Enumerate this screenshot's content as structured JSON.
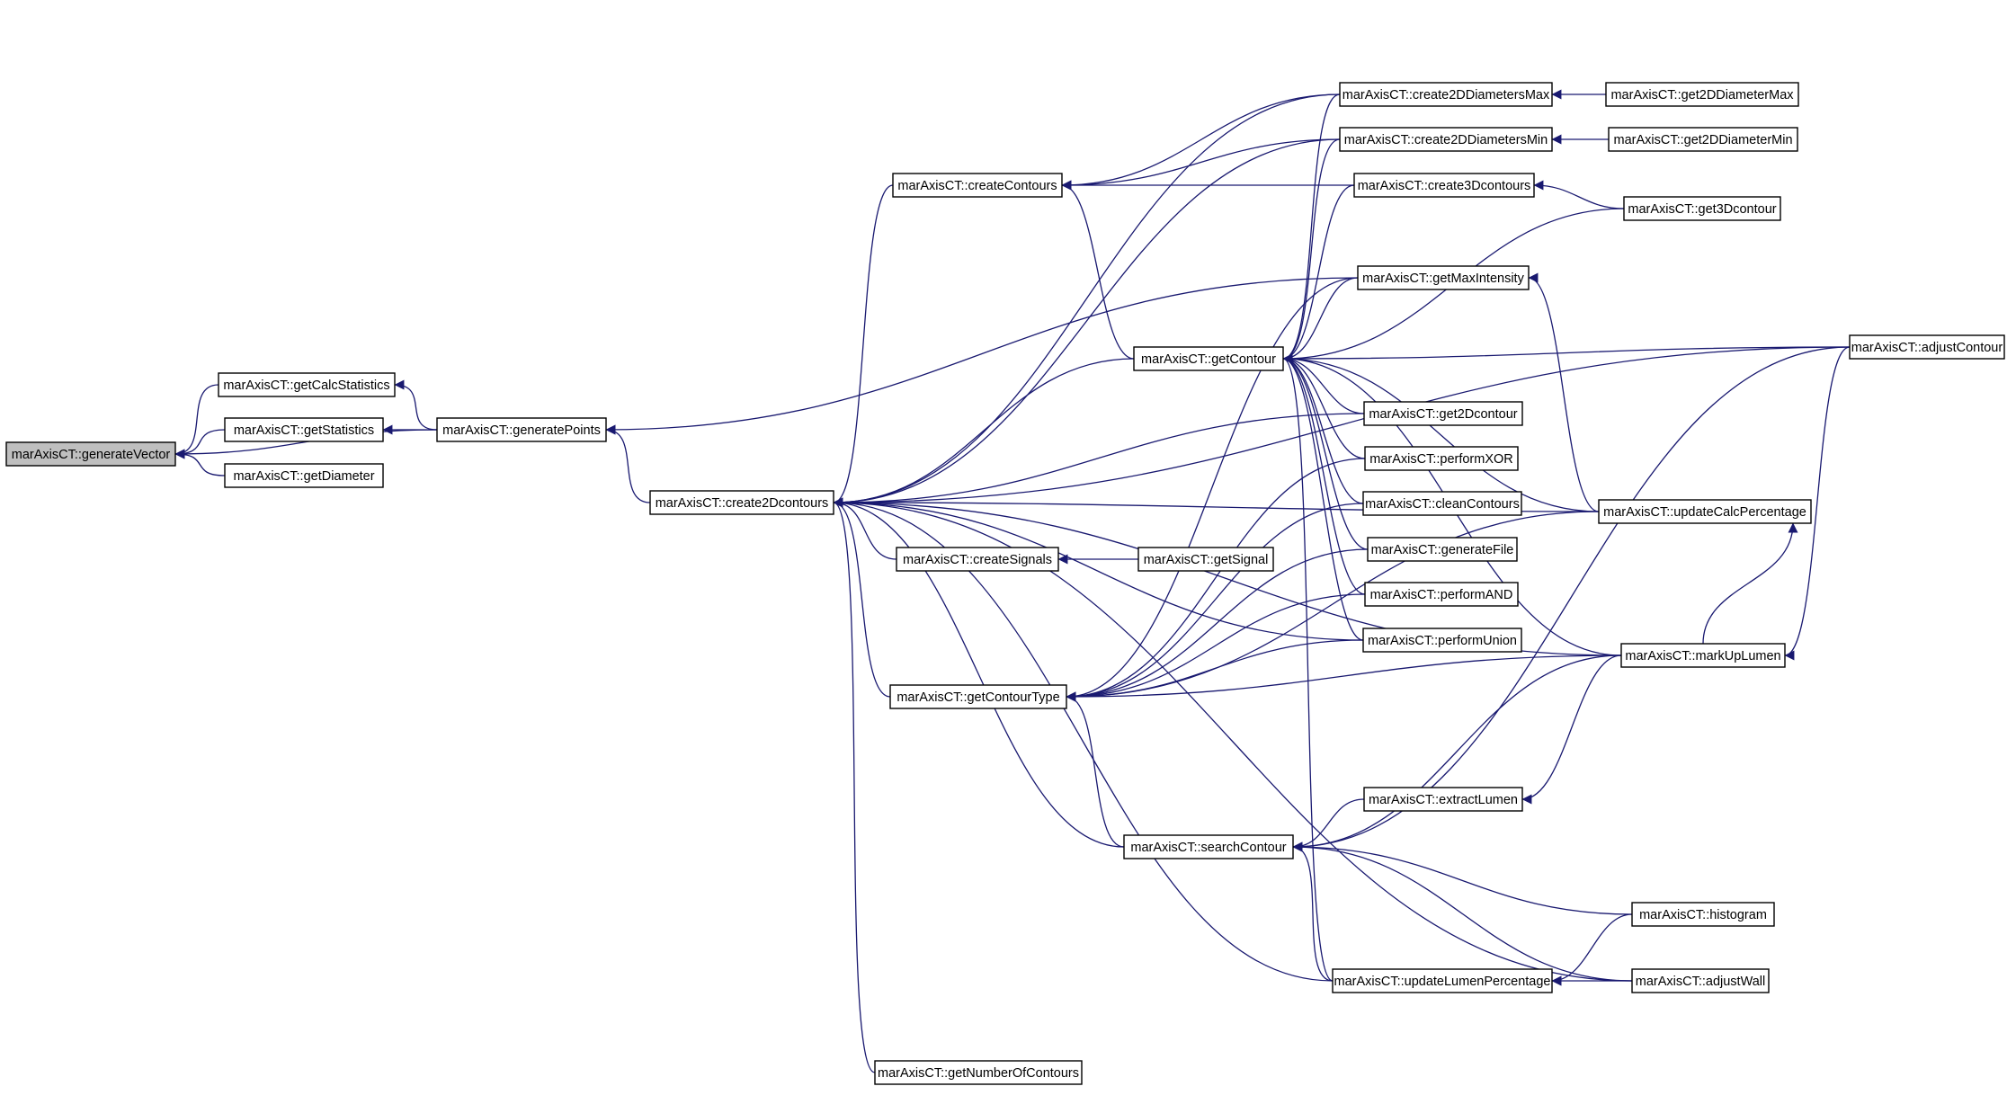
{
  "graph": {
    "edge_color": "#191970",
    "root_fill": "#bfbfbf",
    "nodes": [
      {
        "id": "generateVector",
        "label": "marAxisCT::generateVector",
        "root": true
      },
      {
        "id": "getCalcStatistics",
        "label": "marAxisCT::getCalcStatistics"
      },
      {
        "id": "getStatistics",
        "label": "marAxisCT::getStatistics"
      },
      {
        "id": "getDiameter",
        "label": "marAxisCT::getDiameter"
      },
      {
        "id": "generatePoints",
        "label": "marAxisCT::generatePoints"
      },
      {
        "id": "create2Dcontours",
        "label": "marAxisCT::create2Dcontours"
      },
      {
        "id": "createContours",
        "label": "marAxisCT::createContours"
      },
      {
        "id": "createSignals",
        "label": "marAxisCT::createSignals"
      },
      {
        "id": "getSignal",
        "label": "marAxisCT::getSignal"
      },
      {
        "id": "getContourType",
        "label": "marAxisCT::getContourType"
      },
      {
        "id": "getNumberOfContours",
        "label": "marAxisCT::getNumberOfContours"
      },
      {
        "id": "getContour",
        "label": "marAxisCT::getContour"
      },
      {
        "id": "searchContour",
        "label": "marAxisCT::searchContour"
      },
      {
        "id": "create2DDiametersMax",
        "label": "marAxisCT::create2DDiametersMax"
      },
      {
        "id": "create2DDiametersMin",
        "label": "marAxisCT::create2DDiametersMin"
      },
      {
        "id": "create3Dcontours",
        "label": "marAxisCT::create3Dcontours"
      },
      {
        "id": "getMaxIntensity",
        "label": "marAxisCT::getMaxIntensity"
      },
      {
        "id": "get2Dcontour",
        "label": "marAxisCT::get2Dcontour"
      },
      {
        "id": "performXOR",
        "label": "marAxisCT::performXOR"
      },
      {
        "id": "cleanContours",
        "label": "marAxisCT::cleanContours"
      },
      {
        "id": "generateFile",
        "label": "marAxisCT::generateFile"
      },
      {
        "id": "performAND",
        "label": "marAxisCT::performAND"
      },
      {
        "id": "performUnion",
        "label": "marAxisCT::performUnion"
      },
      {
        "id": "extractLumen",
        "label": "marAxisCT::extractLumen"
      },
      {
        "id": "updateLumenPercentage",
        "label": "marAxisCT::updateLumenPercentage"
      },
      {
        "id": "get2DDiameterMax",
        "label": "marAxisCT::get2DDiameterMax"
      },
      {
        "id": "get2DDiameterMin",
        "label": "marAxisCT::get2DDiameterMin"
      },
      {
        "id": "get3Dcontour",
        "label": "marAxisCT::get3Dcontour"
      },
      {
        "id": "updateCalcPercentage",
        "label": "marAxisCT::updateCalcPercentage"
      },
      {
        "id": "markUpLumen",
        "label": "marAxisCT::markUpLumen"
      },
      {
        "id": "histogram",
        "label": "marAxisCT::histogram"
      },
      {
        "id": "adjustWall",
        "label": "marAxisCT::adjustWall"
      },
      {
        "id": "adjustContour",
        "label": "marAxisCT::adjustContour"
      }
    ],
    "edges": [
      {
        "from": "getCalcStatistics",
        "to": "generateVector"
      },
      {
        "from": "getStatistics",
        "to": "generateVector"
      },
      {
        "from": "getDiameter",
        "to": "generateVector"
      },
      {
        "from": "generatePoints",
        "to": "generateVector"
      },
      {
        "from": "generatePoints",
        "to": "getCalcStatistics"
      },
      {
        "from": "generatePoints",
        "to": "getStatistics"
      },
      {
        "from": "create2Dcontours",
        "to": "generatePoints"
      },
      {
        "from": "getMaxIntensity",
        "to": "generatePoints"
      },
      {
        "from": "createContours",
        "to": "create2Dcontours"
      },
      {
        "from": "createSignals",
        "to": "create2Dcontours"
      },
      {
        "from": "getContourType",
        "to": "create2Dcontours"
      },
      {
        "from": "getNumberOfContours",
        "to": "create2Dcontours"
      },
      {
        "from": "getContour",
        "to": "create2Dcontours"
      },
      {
        "from": "searchContour",
        "to": "create2Dcontours"
      },
      {
        "from": "create2DDiametersMax",
        "to": "create2Dcontours"
      },
      {
        "from": "create2DDiametersMin",
        "to": "create2Dcontours"
      },
      {
        "from": "get2Dcontour",
        "to": "create2Dcontours"
      },
      {
        "from": "performUnion",
        "to": "create2Dcontours"
      },
      {
        "from": "updateCalcPercentage",
        "to": "create2Dcontours"
      },
      {
        "from": "markUpLumen",
        "to": "create2Dcontours"
      },
      {
        "from": "updateLumenPercentage",
        "to": "create2Dcontours"
      },
      {
        "from": "adjustContour",
        "to": "create2Dcontours"
      },
      {
        "from": "getSignal",
        "to": "createSignals"
      },
      {
        "from": "getContour",
        "to": "createContours"
      },
      {
        "from": "create2DDiametersMax",
        "to": "createContours"
      },
      {
        "from": "create2DDiametersMin",
        "to": "createContours"
      },
      {
        "from": "create3Dcontours",
        "to": "createContours"
      },
      {
        "from": "get2DDiameterMax",
        "to": "create2DDiametersMax"
      },
      {
        "from": "get2DDiameterMin",
        "to": "create2DDiametersMin"
      },
      {
        "from": "get3Dcontour",
        "to": "create3Dcontours"
      },
      {
        "from": "get3Dcontour",
        "to": "getContour"
      },
      {
        "from": "getMaxIntensity",
        "to": "getContour"
      },
      {
        "from": "get2Dcontour",
        "to": "getContour"
      },
      {
        "from": "performXOR",
        "to": "getContour"
      },
      {
        "from": "cleanContours",
        "to": "getContour"
      },
      {
        "from": "generateFile",
        "to": "getContour"
      },
      {
        "from": "performAND",
        "to": "getContour"
      },
      {
        "from": "performUnion",
        "to": "getContour"
      },
      {
        "from": "updateCalcPercentage",
        "to": "getContour"
      },
      {
        "from": "markUpLumen",
        "to": "getContour"
      },
      {
        "from": "adjustContour",
        "to": "getContour"
      },
      {
        "from": "create2DDiametersMax",
        "to": "getContour"
      },
      {
        "from": "create2DDiametersMin",
        "to": "getContour"
      },
      {
        "from": "create3Dcontours",
        "to": "getContour"
      },
      {
        "from": "updateLumenPercentage",
        "to": "getContour"
      },
      {
        "from": "updateCalcPercentage",
        "to": "getMaxIntensity"
      },
      {
        "from": "performXOR",
        "to": "getContourType"
      },
      {
        "from": "cleanContours",
        "to": "getContourType"
      },
      {
        "from": "generateFile",
        "to": "getContourType"
      },
      {
        "from": "performAND",
        "to": "getContourType"
      },
      {
        "from": "performUnion",
        "to": "getContourType"
      },
      {
        "from": "updateCalcPercentage",
        "to": "getContourType"
      },
      {
        "from": "markUpLumen",
        "to": "getContourType"
      },
      {
        "from": "searchContour",
        "to": "getContourType"
      },
      {
        "from": "getMaxIntensity",
        "to": "getContourType"
      },
      {
        "from": "extractLumen",
        "to": "searchContour"
      },
      {
        "from": "markUpLumen",
        "to": "searchContour"
      },
      {
        "from": "adjustContour",
        "to": "searchContour"
      },
      {
        "from": "histogram",
        "to": "searchContour"
      },
      {
        "from": "adjustWall",
        "to": "searchContour"
      },
      {
        "from": "updateLumenPercentage",
        "to": "searchContour"
      },
      {
        "from": "markUpLumen",
        "to": "extractLumen"
      },
      {
        "from": "markUpLumen",
        "to": "updateCalcPercentage"
      },
      {
        "from": "adjustContour",
        "to": "markUpLumen"
      },
      {
        "from": "histogram",
        "to": "updateLumenPercentage"
      },
      {
        "from": "adjustWall",
        "to": "updateLumenPercentage"
      },
      {
        "from": "adjustWall",
        "to": "create2Dcontours"
      }
    ]
  }
}
